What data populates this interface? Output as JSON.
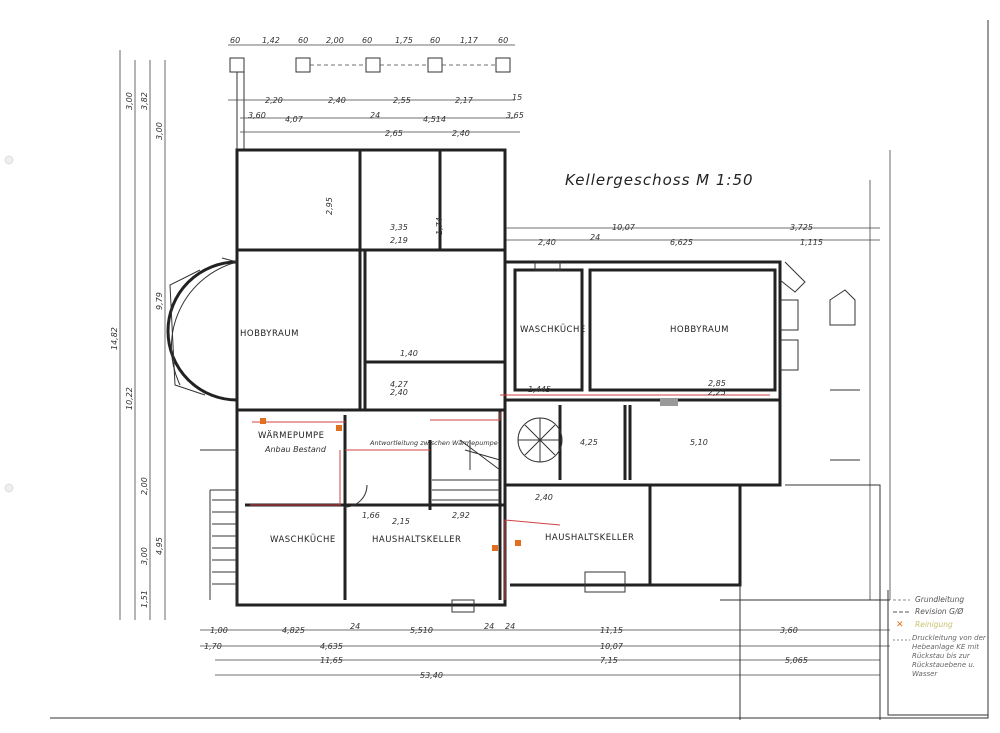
{
  "title": "Kellergeschoss  M 1:50",
  "rooms": {
    "hobbyraum_left": "HOBBYRAUM",
    "waermepumpe": "WÄRMEPUMPE",
    "waschkueche_left": "WASCHKÜCHE",
    "haushaltskeller_left": "HAUSHALTSKELLER",
    "waschkueche_right": "WASCHKÜCHE",
    "hobbyraum_right": "HOBBYRAUM",
    "haushaltskeller_right": "HAUSHALTSKELLER"
  },
  "notes": {
    "bestand": "Anbau Bestand",
    "leitung": "Antwortleitung zwischen Wärmepumpe",
    "room_425": "4,25",
    "room_510": "5,10"
  },
  "dims_top": [
    "60",
    "1,42",
    "60",
    "2,00",
    "60",
    "1,75",
    "60",
    "1,17",
    "60",
    "2,20",
    "2,40",
    "2,55",
    "2,17",
    "15",
    "3,60",
    "4,07",
    "24",
    "4,514",
    "3,65",
    "2,65",
    "2,40",
    "10,07",
    "2,40",
    "24",
    "6,625",
    "3,725",
    "1,115"
  ],
  "dims_bottom": [
    "1,00",
    "4,825",
    "24",
    "5,510",
    "24",
    "24",
    "11,15",
    "1,70",
    "4,635",
    "10,07",
    "11,65",
    "7,15",
    "53,40",
    "3,60",
    "5,065"
  ],
  "dims_left": [
    "3,00",
    "3,82",
    "3,00",
    "9,79",
    "14,82",
    "10,22",
    "2,00",
    "3,00",
    "4,95",
    "1,51"
  ],
  "dims_inner": [
    "1,40",
    "2,40",
    "1,66",
    "2,15",
    "2,92",
    "1,445",
    "2,85",
    "2,25",
    "2,40",
    "2,95",
    "3,35",
    "1,74",
    "2,19",
    "4,27"
  ],
  "legend": [
    {
      "label": "Grundleitung",
      "color": "#888888"
    },
    {
      "label": "Revision G/Ø",
      "color": "#555555"
    },
    {
      "label": "Reinigung",
      "color": "#c8c070"
    },
    {
      "label": "Druckleitung von der Hebeanlage KE mit Rückstau bis zur Rückstauebene u. Wasser",
      "color": "#888888"
    }
  ]
}
